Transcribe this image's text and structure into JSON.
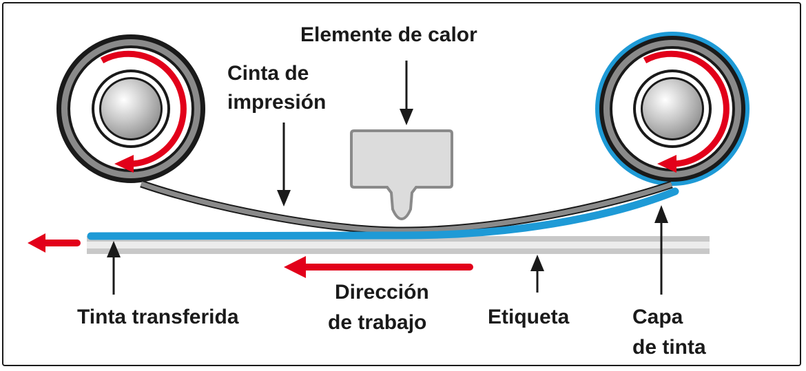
{
  "labels": {
    "heating_element": "Elemente de calor",
    "ribbon_line1": "Cinta de",
    "ribbon_line2": "impresión",
    "transferred_ink": "Tinta transferida",
    "direction_line1": "Dirección",
    "direction_line2": "de trabajo",
    "label_media": "Etiqueta",
    "ink_layer_line1": "Capa",
    "ink_layer_line2": "de tinta"
  },
  "colors": {
    "ribbon_gray": "#8a8a8a",
    "ink_blue": "#1e9ad6",
    "arrow_red": "#e2001a",
    "outline_black": "#1a1a1a",
    "label_gray": "#c8c8c8",
    "head_fill": "#dcdcdc"
  }
}
